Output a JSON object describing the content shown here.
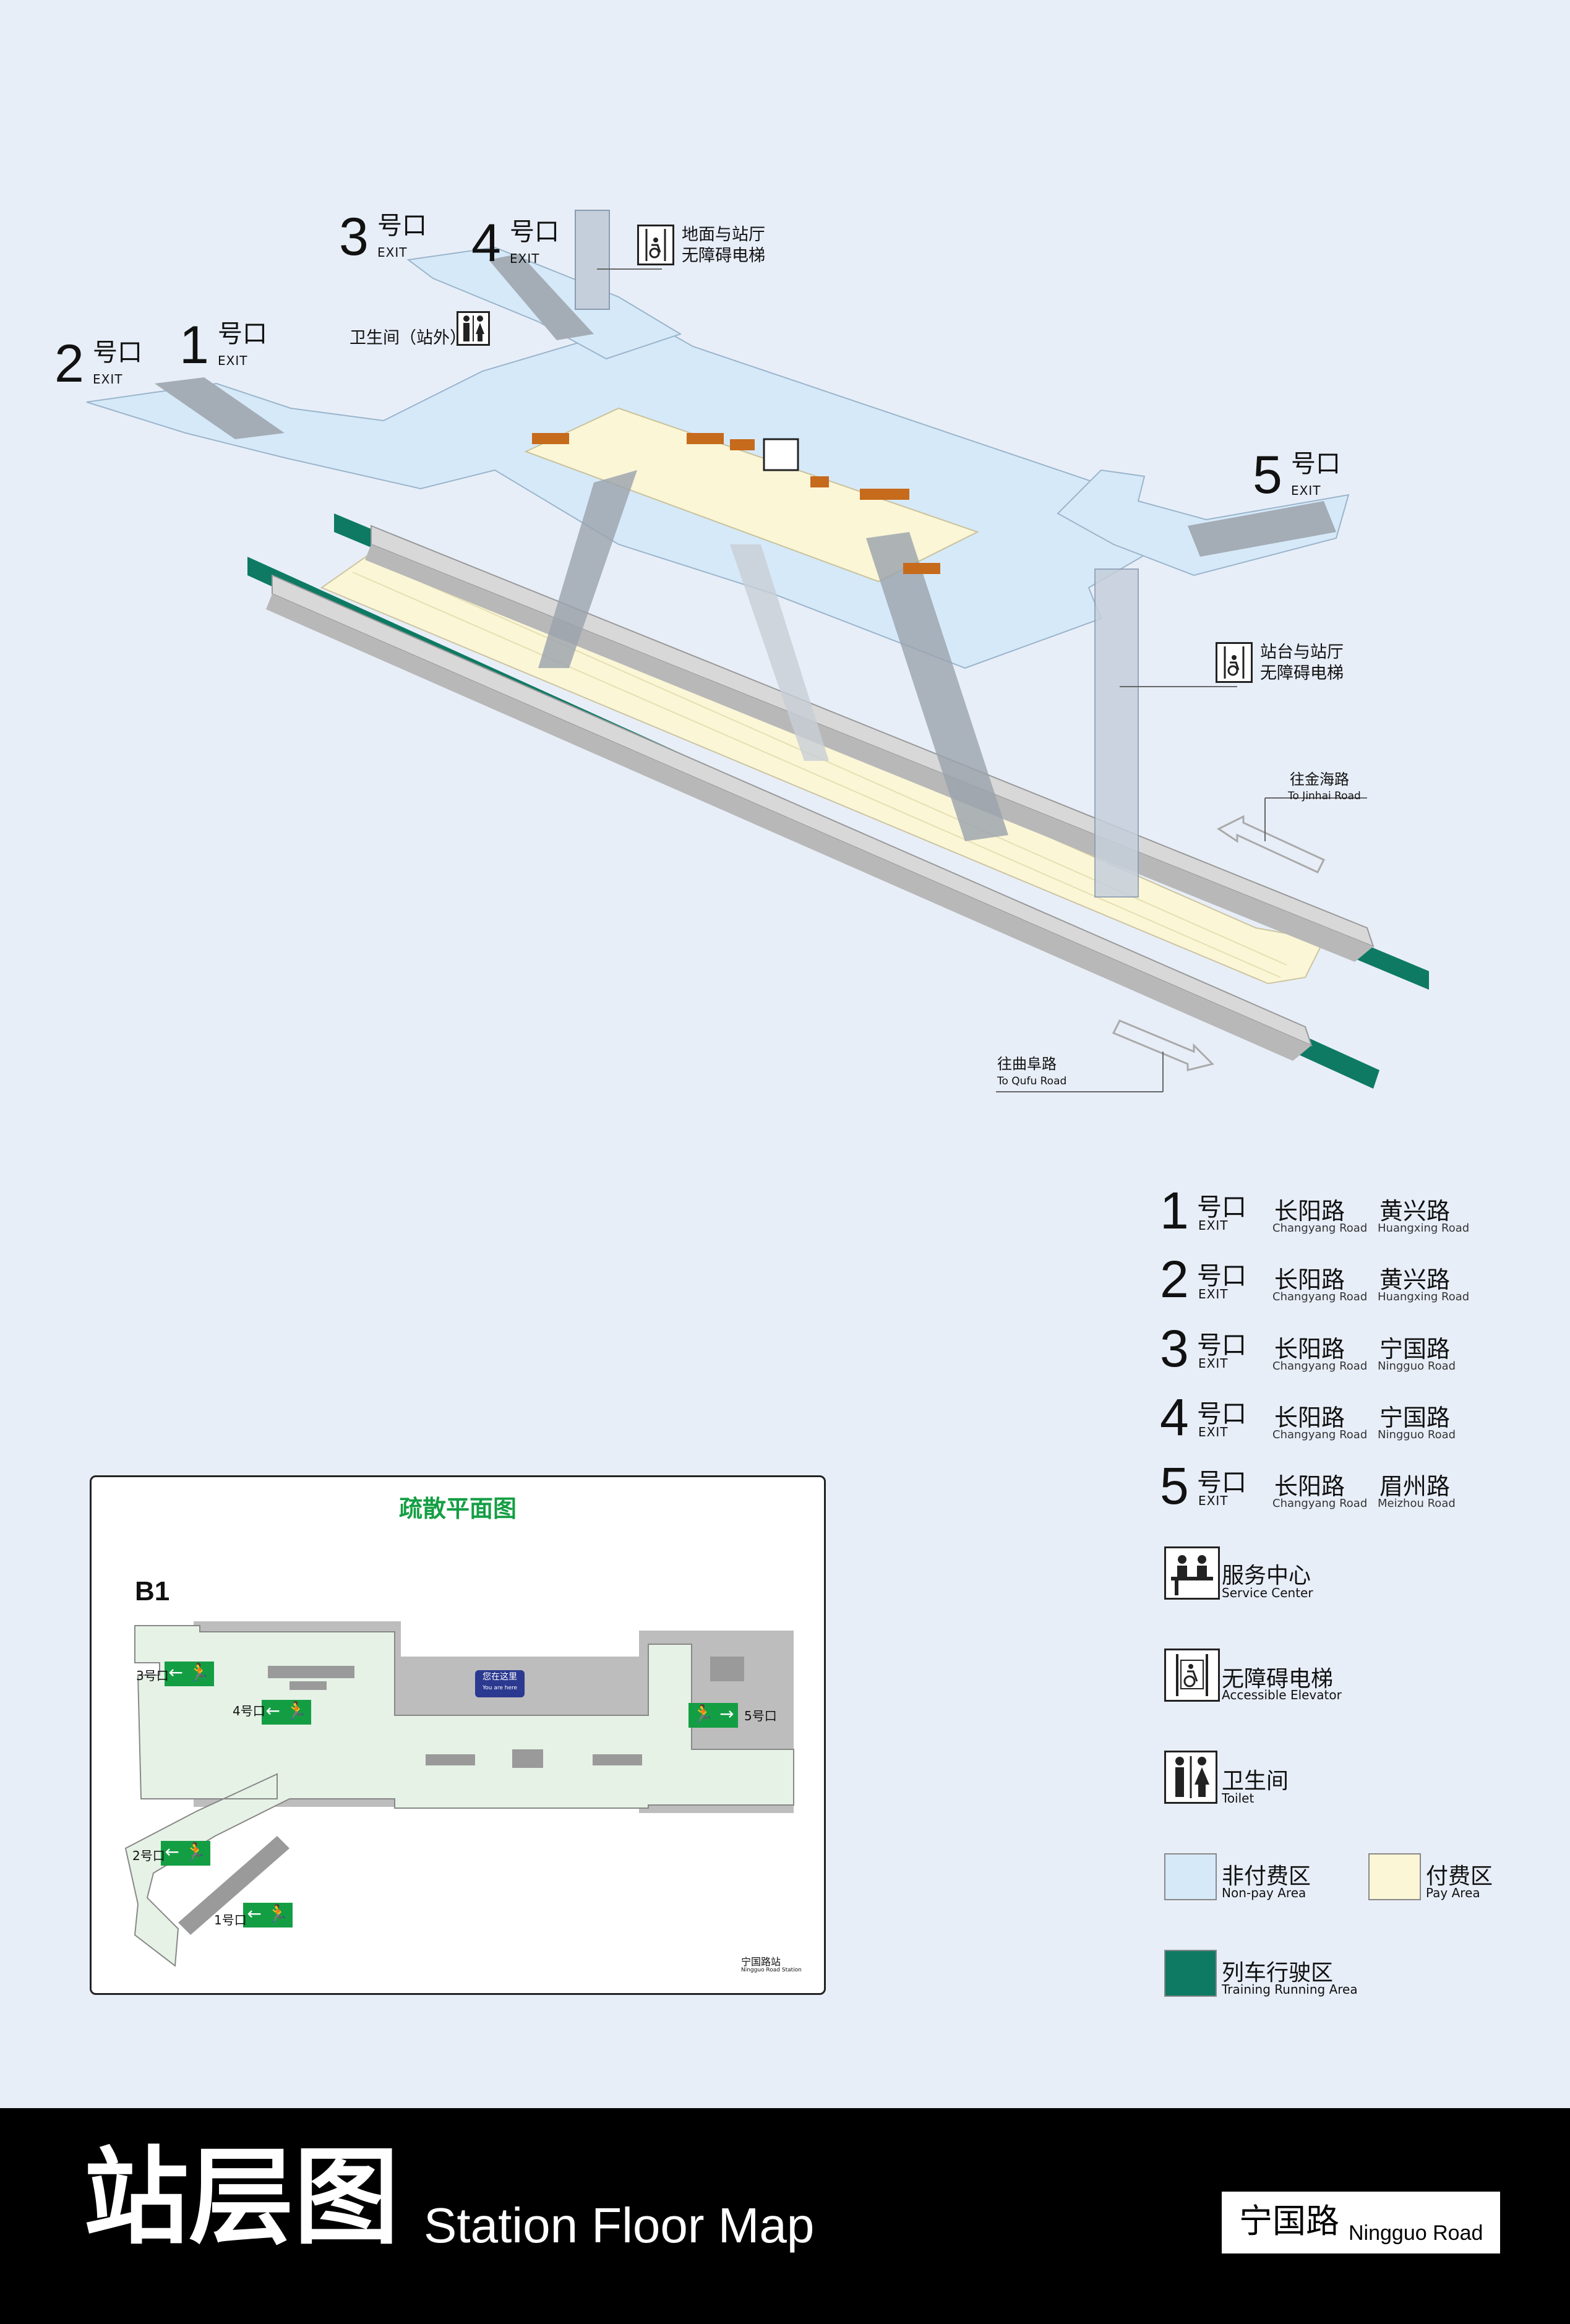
{
  "map_exits": [
    {
      "num": "1",
      "hao": "号口",
      "exit": "EXIT"
    },
    {
      "num": "2",
      "hao": "号口",
      "exit": "EXIT"
    },
    {
      "num": "3",
      "hao": "号口",
      "exit": "EXIT"
    },
    {
      "num": "4",
      "hao": "号口",
      "exit": "EXIT"
    },
    {
      "num": "5",
      "hao": "号口",
      "exit": "EXIT"
    }
  ],
  "map_labels": {
    "ground_elevator_line1": "地面与站厅",
    "ground_elevator_line2": "无障碍电梯",
    "toilet_label": "卫生间（站外）",
    "platform_elevator_line1": "站台与站厅",
    "platform_elevator_line2": "无障碍电梯",
    "to_jinhai_cn": "往金海路",
    "to_jinhai_en": "To Jinhai Road",
    "to_qufu_cn": "往曲阜路",
    "to_qufu_en": "To Qufu Road"
  },
  "legend_exits": [
    {
      "num": "1",
      "hao": "号口",
      "exit": "EXIT",
      "road1_cn": "长阳路",
      "road1_en": "Changyang Road",
      "road2_cn": "黄兴路",
      "road2_en": "Huangxing Road"
    },
    {
      "num": "2",
      "hao": "号口",
      "exit": "EXIT",
      "road1_cn": "长阳路",
      "road1_en": "Changyang Road",
      "road2_cn": "黄兴路",
      "road2_en": "Huangxing Road"
    },
    {
      "num": "3",
      "hao": "号口",
      "exit": "EXIT",
      "road1_cn": "长阳路",
      "road1_en": "Changyang Road",
      "road2_cn": "宁国路",
      "road2_en": "Ningguo Road"
    },
    {
      "num": "4",
      "hao": "号口",
      "exit": "EXIT",
      "road1_cn": "长阳路",
      "road1_en": "Changyang Road",
      "road2_cn": "宁国路",
      "road2_en": "Ningguo Road"
    },
    {
      "num": "5",
      "hao": "号口",
      "exit": "EXIT",
      "road1_cn": "长阳路",
      "road1_en": "Changyang Road",
      "road2_cn": "眉州路",
      "road2_en": "Meizhou Road"
    }
  ],
  "legend_items": {
    "service_cn": "服务中心",
    "service_en": "Service Center",
    "elevator_cn": "无障碍电梯",
    "elevator_en": "Accessible Elevator",
    "toilet_cn": "卫生间",
    "toilet_en": "Toilet",
    "nonpay_cn": "非付费区",
    "nonpay_en": "Non-pay Area",
    "pay_cn": "付费区",
    "pay_en": "Pay Area",
    "train_cn": "列车行驶区",
    "train_en": "Training Running Area"
  },
  "evacuation": {
    "title": "疏散平面图",
    "level": "B1",
    "you_are_here_cn": "您在这里",
    "you_are_here_en": "You are here",
    "exit_labels": [
      "3号口",
      "4号口",
      "5号口",
      "2号口",
      "1号口"
    ],
    "station_cn": "宁国路站",
    "station_en": "Ningguo Road Station"
  },
  "footer": {
    "title_cn": "站层图",
    "title_en": "Station Floor Map",
    "station_cn": "宁国路",
    "station_en": "Ningguo Road"
  },
  "colors": {
    "nonpay": "#d6e9f8",
    "pay": "#fbf6d6",
    "track": "#0e7a63",
    "exit_sign": "#149e44",
    "background": "#e8eef8"
  }
}
